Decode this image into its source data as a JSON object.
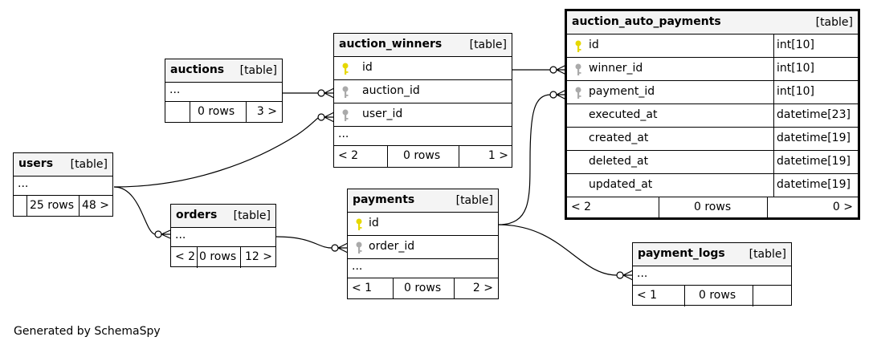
{
  "generated_by": "Generated by SchemaSpy",
  "colors": {
    "primary_key": "#e6d800",
    "foreign_key": "#aaaaaa",
    "header_bg": "#f4f4f4"
  },
  "tables": {
    "auctions": {
      "name": "auctions",
      "kind": "[table]",
      "ellipsis": "...",
      "foot": [
        "",
        "0 rows",
        "3 >"
      ]
    },
    "users": {
      "name": "users",
      "kind": "[table]",
      "ellipsis": "...",
      "foot": [
        "",
        "25 rows",
        "48 >"
      ]
    },
    "orders": {
      "name": "orders",
      "kind": "[table]",
      "ellipsis": "...",
      "foot": [
        "< 2",
        "0 rows",
        "12 >"
      ]
    },
    "auction_winners": {
      "name": "auction_winners",
      "kind": "[table]",
      "columns": [
        {
          "name": "id",
          "icon": "primary-key-icon"
        },
        {
          "name": "auction_id",
          "icon": "foreign-key-icon"
        },
        {
          "name": "user_id",
          "icon": "foreign-key-icon"
        }
      ],
      "ellipsis": "...",
      "foot": [
        "< 2",
        "0 rows",
        "1 >"
      ]
    },
    "payments": {
      "name": "payments",
      "kind": "[table]",
      "columns": [
        {
          "name": "id",
          "icon": "primary-key-icon"
        },
        {
          "name": "order_id",
          "icon": "foreign-key-icon"
        }
      ],
      "ellipsis": "...",
      "foot": [
        "< 1",
        "0 rows",
        "2 >"
      ]
    },
    "payment_logs": {
      "name": "payment_logs",
      "kind": "[table]",
      "ellipsis": "...",
      "foot": [
        "< 1",
        "0 rows",
        ""
      ]
    },
    "auction_auto_payments": {
      "name": "auction_auto_payments",
      "kind": "[table]",
      "columns": [
        {
          "name": "id",
          "type": "int[10]",
          "icon": "primary-key-icon"
        },
        {
          "name": "winner_id",
          "type": "int[10]",
          "icon": "foreign-key-icon"
        },
        {
          "name": "payment_id",
          "type": "int[10]",
          "icon": "foreign-key-icon"
        },
        {
          "name": "executed_at",
          "type": "datetime[23]"
        },
        {
          "name": "created_at",
          "type": "datetime[19]"
        },
        {
          "name": "deleted_at",
          "type": "datetime[19]"
        },
        {
          "name": "updated_at",
          "type": "datetime[19]"
        }
      ],
      "foot": [
        "< 2",
        "0 rows",
        "0 >"
      ]
    }
  },
  "relationships": [
    {
      "from": "auction_winners.auction_id",
      "to": "auctions"
    },
    {
      "from": "auction_winners.user_id",
      "to": "users"
    },
    {
      "from": "orders",
      "to": "users"
    },
    {
      "from": "payments.order_id",
      "to": "orders"
    },
    {
      "from": "auction_auto_payments.winner_id",
      "to": "auction_winners.id"
    },
    {
      "from": "auction_auto_payments.payment_id",
      "to": "payments.id"
    },
    {
      "from": "payment_logs",
      "to": "payments.id"
    }
  ]
}
